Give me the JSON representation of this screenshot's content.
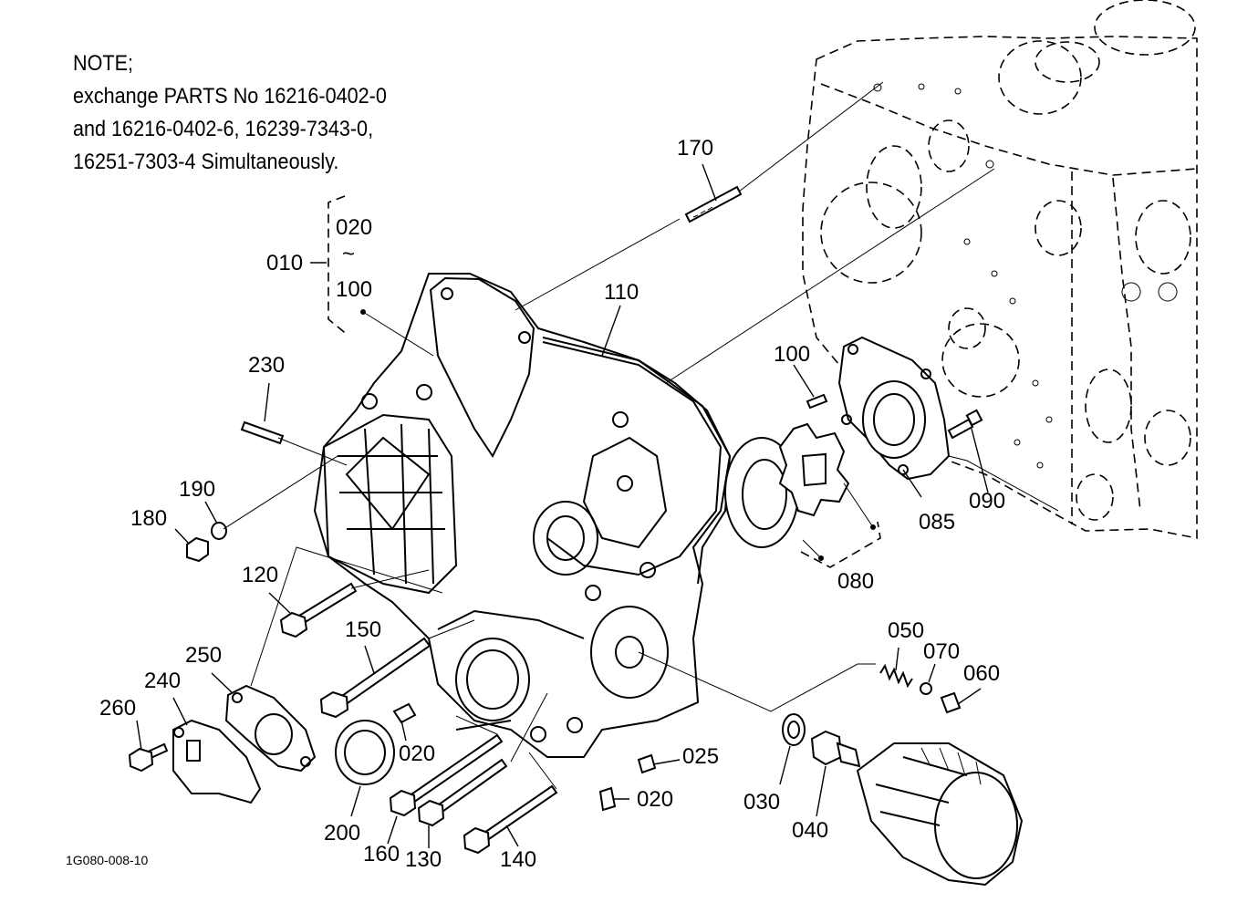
{
  "note": {
    "lines": [
      "NOTE;",
      "exchange PARTS No 16216-0402-0",
      "and 16216-0402-6, 16239-7343-0,",
      "16251-7303-4 Simultaneously."
    ]
  },
  "callouts": {
    "p010": "010",
    "p020_range_start": "020",
    "p_range_tilde": "~",
    "p100_range_end": "100",
    "p170": "170",
    "p110": "110",
    "p100": "100",
    "p230": "230",
    "p190": "190",
    "p180": "180",
    "p120": "120",
    "p085": "085",
    "p090": "090",
    "p080": "080",
    "p150": "150",
    "p250": "250",
    "p240": "240",
    "p260": "260",
    "p050": "050",
    "p070": "070",
    "p060": "060",
    "p020_a": "020",
    "p025": "025",
    "p020_b": "020",
    "p030": "030",
    "p040": "040",
    "p200": "200",
    "p160": "160",
    "p130": "130",
    "p140": "140"
  },
  "drawing_code": "1G080-008-10"
}
